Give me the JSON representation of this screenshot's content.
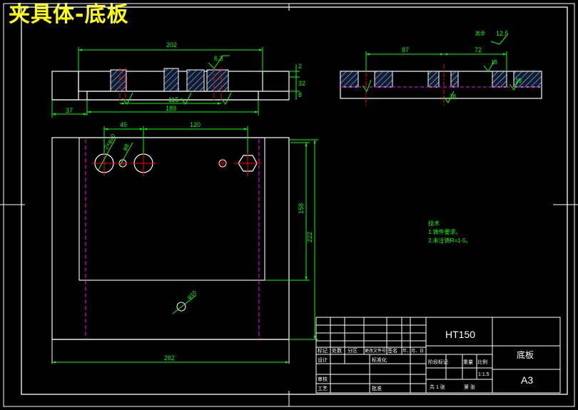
{
  "title": "夹具体-底板",
  "dims": {
    "top_width": "202",
    "sec_left_87": "87",
    "sec_left_72": "72",
    "left_offset": "37",
    "base_189": "189",
    "hole_span_115": "115",
    "rough_6_3": "6.3",
    "rough_12_5": "12.5",
    "rough_12_5_label": "其余",
    "h_2": "2",
    "h_32": "32",
    "h_8": "8",
    "plan_45": "45",
    "plan_120": "120",
    "plan_158": "158",
    "plan_222": "222",
    "plan_262": "262",
    "dia_20": "2×φ20",
    "dia_8": "φ8",
    "dia_10": "φ10",
    "sec_13": "13",
    "sec_18": "18",
    "sec_r13": "13"
  },
  "notes": {
    "heading": "技术",
    "line1": "1.铸件要求。",
    "line2": "2.未注铸R=1-5。"
  },
  "title_block": {
    "material": "HT150",
    "name": "底板",
    "size": "A3",
    "scale": "1:1.5",
    "h_biaoji": "标记",
    "h_chushu": "处数",
    "h_fenqu": "分区",
    "h_genggai": "更改文件号",
    "h_qianming": "签名",
    "h_date": "年、月、日",
    "sheji": "设计",
    "biaozhunhua": "标准化",
    "shenhe": "审核",
    "gongyi": "工艺",
    "pizhun": "批准",
    "jieduan": "阶段标记",
    "zhongliang": "重量",
    "bili": "比例",
    "gong_zhang": "共 1 张",
    "di_zhang": "第 张"
  }
}
